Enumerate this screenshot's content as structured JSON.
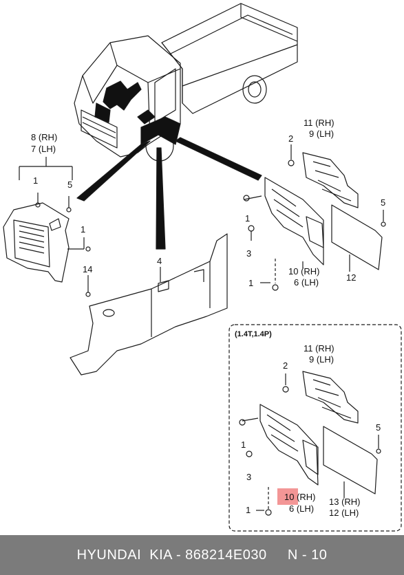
{
  "callouts": {
    "top_left_rh": "8 (RH)",
    "top_left_lh": "7 (LH)",
    "tl_1a": "1",
    "tl_5": "5",
    "tl_1b": "1",
    "tl_14": "14",
    "center_4": "4",
    "r_11rh": "11 (RH)",
    "r_9lh": "9 (LH)",
    "r_2": "2",
    "r_5": "5",
    "r_1a": "1",
    "r_3": "3",
    "r_10rh": "10 (RH)",
    "r_6lh": "6 (LH)",
    "r_12": "12",
    "r_1b": "1"
  },
  "inset": {
    "title": "(1.4T,1.4P)",
    "i_11rh": "11 (RH)",
    "i_9lh": "9 (LH)",
    "i_2": "2",
    "i_5": "5",
    "i_1a": "1",
    "i_3": "3",
    "i_10rh": "10 (RH)",
    "i_6lh": "6 (LH)",
    "i_13rh": "13 (RH)",
    "i_12lh": "12 (LH)",
    "i_1b": "1"
  },
  "highlight_color": "#f28b8b",
  "footer": {
    "text": "HYUNDAI  KIA - 868214E030     N - 10"
  }
}
